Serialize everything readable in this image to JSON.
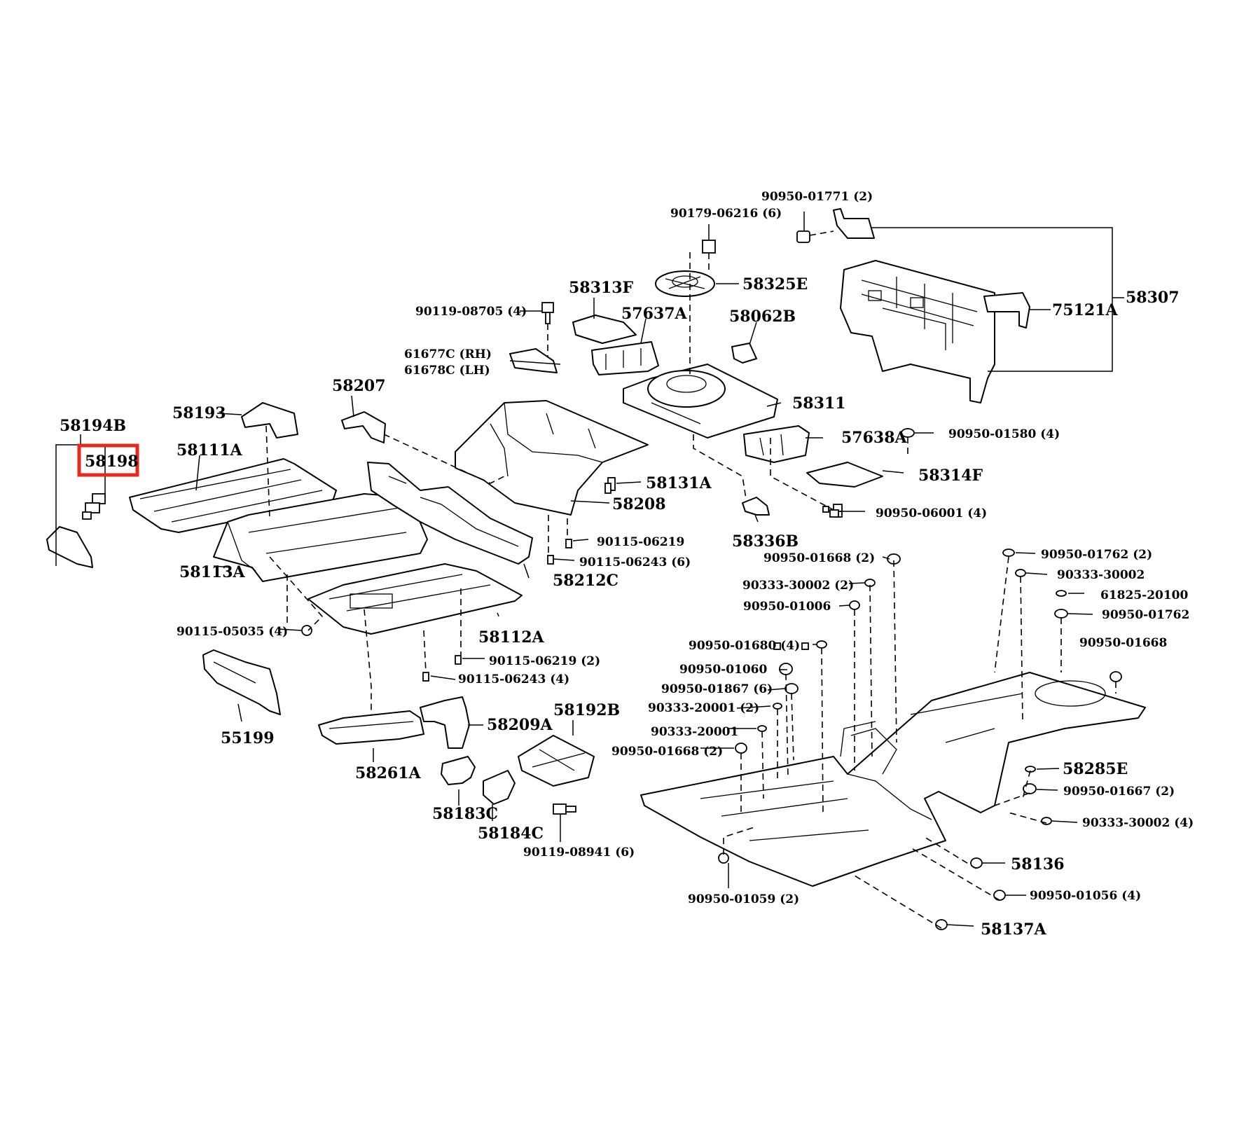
{
  "highlight_color": "#e5291e",
  "labels": {
    "l01": "90950-01771 (2)",
    "l02": "90179-06216 (6)",
    "l03": "58325E",
    "l04": "58307",
    "l05": "75121A",
    "l06": "58313F",
    "l07": "90119-08705 (4)",
    "l08": "57637A",
    "l09": "58062B",
    "l10": "61677C (RH)",
    "l11": "61678C (LH)",
    "l12": "58311",
    "l13": "58207",
    "l14": "58193",
    "l15": "58194B",
    "l16": "58198",
    "l17": "58111A",
    "l18": "57638A",
    "l19": "90950-01580 (4)",
    "l20": "58314F",
    "l21": "58131A",
    "l22": "58208",
    "l23": "90950-06001 (4)",
    "l24": "90115-06219",
    "l25": "58336B",
    "l26": "90115-06243 (6)",
    "l27": "90950-01668 (2)",
    "l28": "90950-01762 (2)",
    "l29": "58113A",
    "l30": "58212C",
    "l31": "90333-30002",
    "l32": "90333-30002 (2)",
    "l33": "61825-20100",
    "l34": "90950-01006",
    "l35": "90950-01762",
    "l36": "90115-05035 (4)",
    "l37": "58112A",
    "l38": "90950-01680 (4)",
    "l39": "90950-01668",
    "l40": "90115-06219 (2)",
    "l41": "90950-01060",
    "l42": "90115-06243 (4)",
    "l43": "90950-01867 (6)",
    "l44": "58192B",
    "l45": "90333-20001 (2)",
    "l46": "58209A",
    "l47": "90333-20001",
    "l48": "55199",
    "l49": "90950-01668 (2)",
    "l50": "58285E",
    "l51": "58261A",
    "l52": "90950-01667 (2)",
    "l53": "58183C",
    "l54": "90333-30002 (4)",
    "l55": "58184C",
    "l56": "90119-08941 (6)",
    "l57": "58136",
    "l58": "90950-01059 (2)",
    "l59": "90950-01056 (4)",
    "l60": "58137A"
  }
}
